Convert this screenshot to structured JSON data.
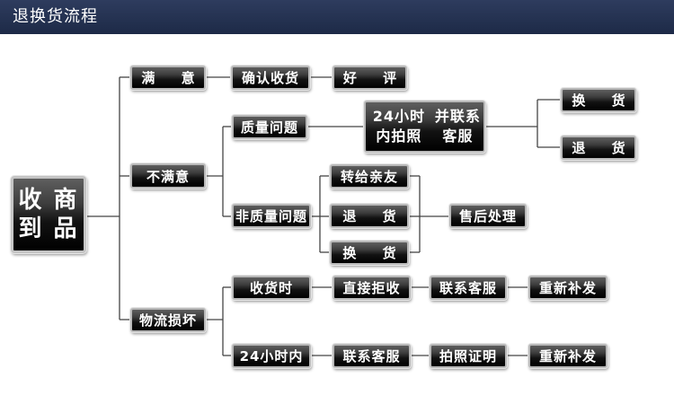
{
  "header": {
    "title": "退换货流程"
  },
  "root": {
    "line1": "收到",
    "line2": "商品"
  },
  "satisfied": {
    "label": "满 意",
    "confirm": "确认收货",
    "review": "好 评"
  },
  "unsatisfied": {
    "label": "不满意",
    "quality": {
      "label": "质量问题",
      "photo_line1": "24小时内拍照",
      "photo_line2": "并联系客服",
      "exchange": "换 货",
      "return": "退 货"
    },
    "non_quality": {
      "label": "非质量问题",
      "transfer": "转给亲友",
      "return": "退 货",
      "exchange": "换 货",
      "after_sales": "售后处理"
    }
  },
  "logistics": {
    "label": "物流损坏",
    "on_receipt": {
      "label": "收货时",
      "step1": "直接拒收",
      "step2": "联系客服",
      "step3": "重新补发"
    },
    "within_24h": {
      "label": "24小时内",
      "step1": "联系客服",
      "step2": "拍照证明",
      "step3": "重新补发"
    }
  }
}
